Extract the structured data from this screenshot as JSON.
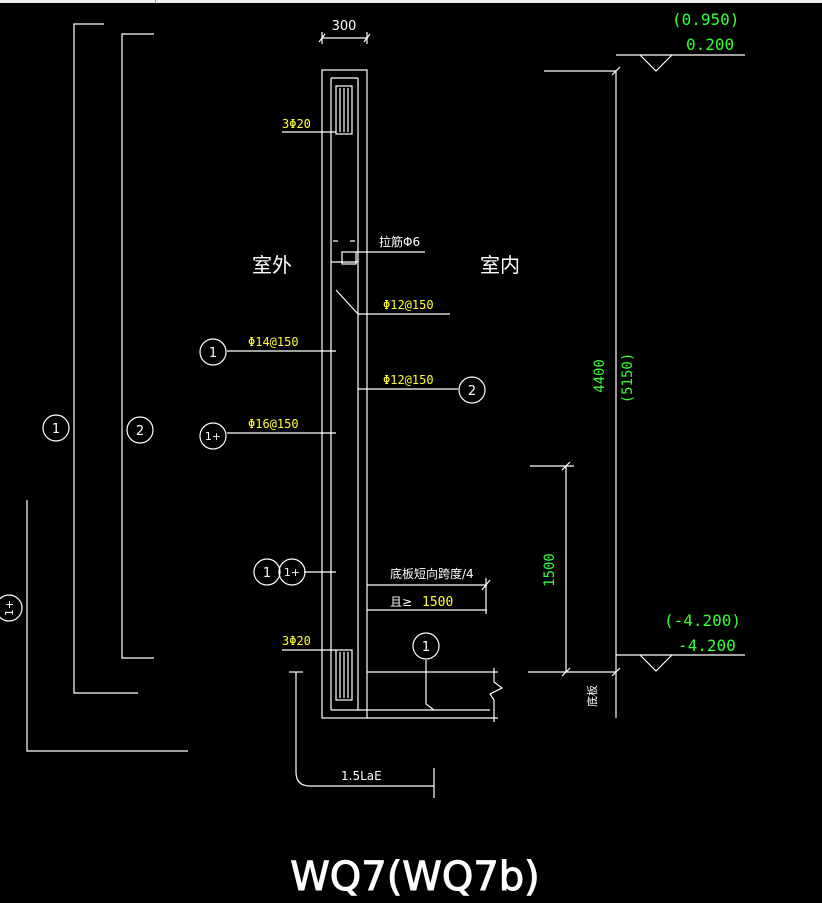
{
  "title": "WQ7(WQ7b)",
  "labels": {
    "width": "300",
    "exterior": "室外",
    "interior": "室内",
    "tie_bar": "拉筋Φ6",
    "bottom_slab": "底板",
    "span_note": "底板短向跨度/4",
    "min_note": "且≥",
    "min_value": "1500",
    "anchorage": "1.5LaE"
  },
  "rebar": {
    "top_bars": "3Φ20",
    "bottom_bars": "3Φ20",
    "horiz_inner": "Φ12@150",
    "vert_inner": "Φ12@150",
    "vert_outer_1": "Φ14@150",
    "vert_outer_1plus": "Φ16@150"
  },
  "markers": {
    "m1": "1",
    "m2": "2",
    "m1plus": "1+"
  },
  "elevations": {
    "top_alt": "(0.950)",
    "top": "0.200",
    "bottom_alt": "(-4.200)",
    "bottom": "-4.200"
  },
  "dimensions": {
    "height": "4400",
    "height_alt": "(5150)",
    "lap": "1500"
  },
  "colors": {
    "background": "#000000",
    "lines": "#ffffff",
    "rebar_text": "#ffff33",
    "dimension_text": "#33ff33"
  }
}
